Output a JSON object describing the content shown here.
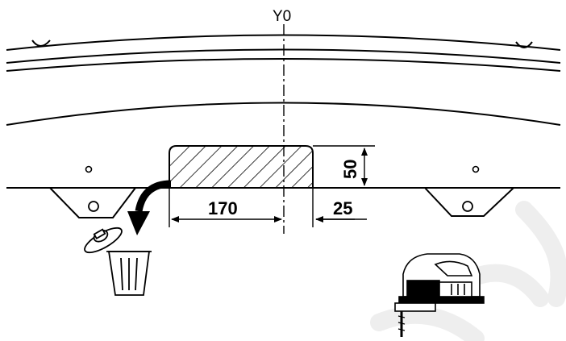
{
  "axis_label": "Y0",
  "dimensions": {
    "width_cutout": "170",
    "offset": "25",
    "height": "50"
  },
  "icons": {
    "trash": "trash-can-icon",
    "saw": "jigsaw-icon",
    "arrow": "curved-arrow-icon"
  }
}
